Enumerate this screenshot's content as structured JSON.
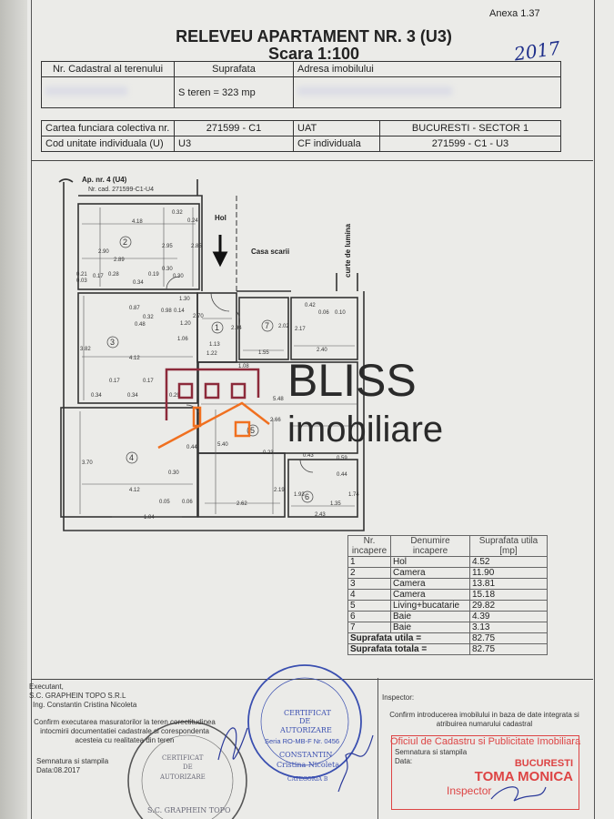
{
  "header": {
    "annex": "Anexa 1.37",
    "title": "RELEVEU APARTAMENT NR. 3 (U3)",
    "scale": "Scara 1:100",
    "handwritten_year": "2017"
  },
  "land_table": {
    "headers": [
      "Nr. Cadastral al terenului",
      "Suprafata",
      "Adresa imobilului"
    ],
    "surface": "S teren = 323 mp"
  },
  "registry_table": {
    "rows": [
      [
        "Cartea funciara colectiva nr.",
        "271599 - C1",
        "UAT",
        "BUCURESTI - SECTOR 1"
      ],
      [
        "Cod unitate individuala (U)",
        "U3",
        "CF individuala",
        "271599 - C1 - U3"
      ]
    ]
  },
  "plan": {
    "neighbor_line1": "Ap. nr. 4 (U4)",
    "neighbor_line2": "Nr. cad. 271599-C1-U4",
    "hol": "Hol",
    "stairs": "Casa scarii",
    "light_court": "curte de lumina",
    "rooms": [
      "1",
      "2",
      "3",
      "4",
      "5",
      "6",
      "7"
    ],
    "dimensions": [
      "4.18",
      "0.32",
      "0.24",
      "2.90",
      "2.95",
      "2.85",
      "2.89",
      "0.21",
      "0.03",
      "0.17",
      "0.28",
      "0.19",
      "0.34",
      "0.30",
      "0.30",
      "1.30",
      "0.87",
      "0.32",
      "0.48",
      "0.98",
      "0.14",
      "2.70",
      "1.20",
      "2.34",
      "2.02",
      "2.17",
      "0.42",
      "0.06",
      "0.10",
      "1.06",
      "1.13",
      "1.22",
      "1.55",
      "2.40",
      "3.82",
      "4.12",
      "1.08",
      "0.17",
      "0.34",
      "0.17",
      "0.34",
      "0.29",
      "5.48",
      "2.66",
      "3.70",
      "0.44",
      "5.40",
      "0.30",
      "4.12",
      "0.23",
      "0.43",
      "0.59",
      "0.44",
      "2.19",
      "1.93",
      "1.74",
      "1.35",
      "0.05",
      "0.06",
      "1.04",
      "2.62",
      "2.43"
    ]
  },
  "watermark": {
    "line1": "BLISS",
    "line2": "imobiliare",
    "colors": {
      "dark": "#8c2a3a",
      "orange": "#f07020"
    }
  },
  "area_table": {
    "headers": [
      "Nr. incapere",
      "Denumire incapere",
      "Suprafata utila [mp]"
    ],
    "rows": [
      [
        "1",
        "Hol",
        "4.52"
      ],
      [
        "2",
        "Camera",
        "11.90"
      ],
      [
        "3",
        "Camera",
        "13.81"
      ],
      [
        "4",
        "Camera",
        "15.18"
      ],
      [
        "5",
        "Living+bucatarie",
        "29.82"
      ],
      [
        "6",
        "Baie",
        "4.39"
      ],
      [
        "7",
        "Baie",
        "3.13"
      ]
    ],
    "useful_label": "Suprafata utila =",
    "useful_value": "82.75",
    "total_label": "Suprafata totala =",
    "total_value": "82.75"
  },
  "executant": {
    "label": "Executant,",
    "company": "S.C. GRAPHEIN TOPO S.R.L",
    "engineer": "Ing. Constantin Cristina Nicoleta",
    "confirm": "Confirm executarea masuratorilor la teren corectitudinea intocmirii documentatiei cadastrale si corespondenta acesteia cu realitatea din teren",
    "signature_label": "Semnatura si stampila",
    "date": "Data:08.2017"
  },
  "stamps": {
    "blue_cert": [
      "CERTIFICAT",
      "DE",
      "AUTORIZARE",
      "Seria RO-MB-F Nr. 0456",
      "CONSTANTIN",
      "Cristina Nicoleta",
      "CATEGORIA B"
    ],
    "company_cert": [
      "CERTIFICAT",
      "DE",
      "AUTORIZARE",
      "S.C. GRAPHEIN TOPO"
    ],
    "ocpi": [
      "Oficiul de Cadastru si Publicitate Imobiliara",
      "BUCURESTI",
      "TOMA MONICA",
      "Inspector"
    ]
  },
  "inspector": {
    "label": "Inspector:",
    "confirm": "Confirm introducerea imobilului in baza de date integrata si atribuirea numarului cadastral",
    "signature_label": "Semnatura si stampila",
    "date": "Data:"
  }
}
